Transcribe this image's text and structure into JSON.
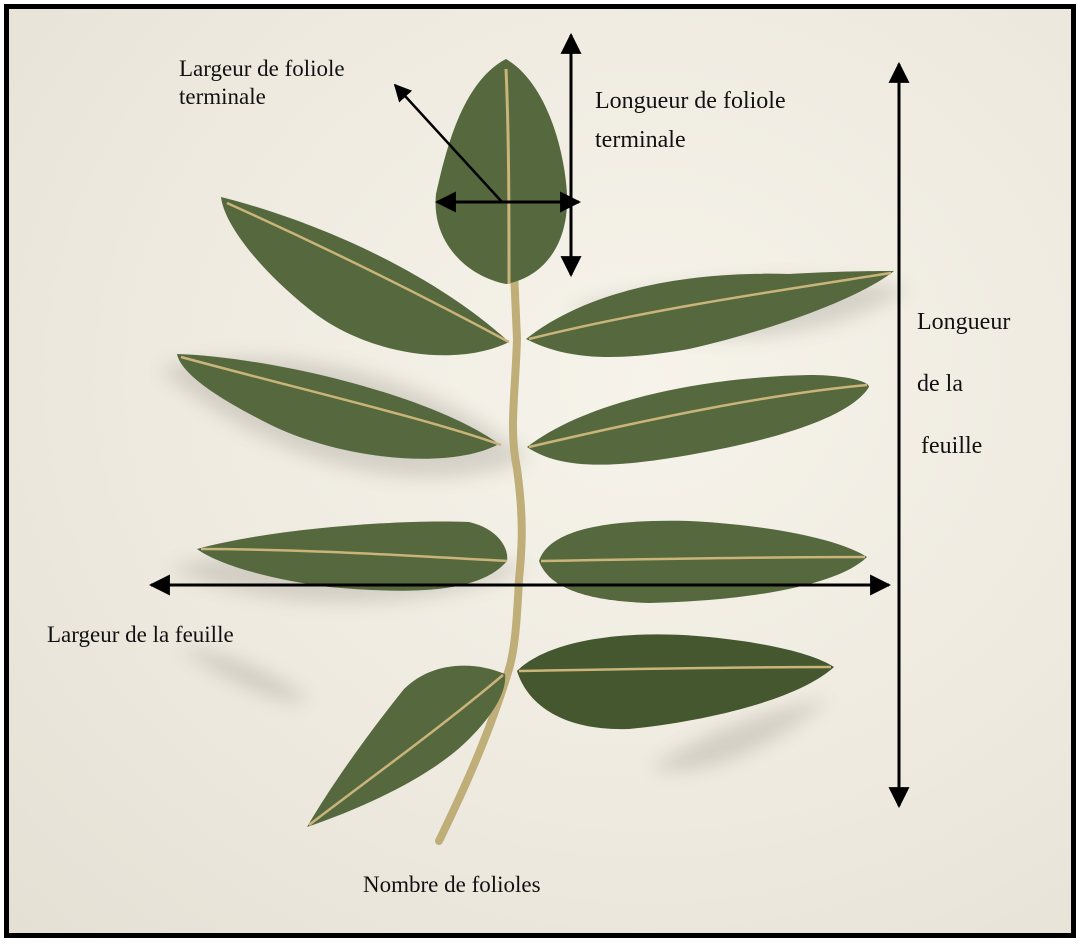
{
  "labels": {
    "terminal_width": [
      "Largeur de foliole",
      "terminale"
    ],
    "terminal_length": [
      "Longueur de foliole",
      "terminale"
    ],
    "leaf_length": [
      "Longueur",
      "de la",
      "feuille"
    ],
    "leaf_width": "Largeur de la feuille",
    "leaflet_count": "Nombre de folioles"
  },
  "colors": {
    "leaf": "#55683e",
    "leaf_dark": "#45572f",
    "vein": "#c9b47a",
    "petiole": "#bfae78",
    "arrow": "#000000"
  }
}
